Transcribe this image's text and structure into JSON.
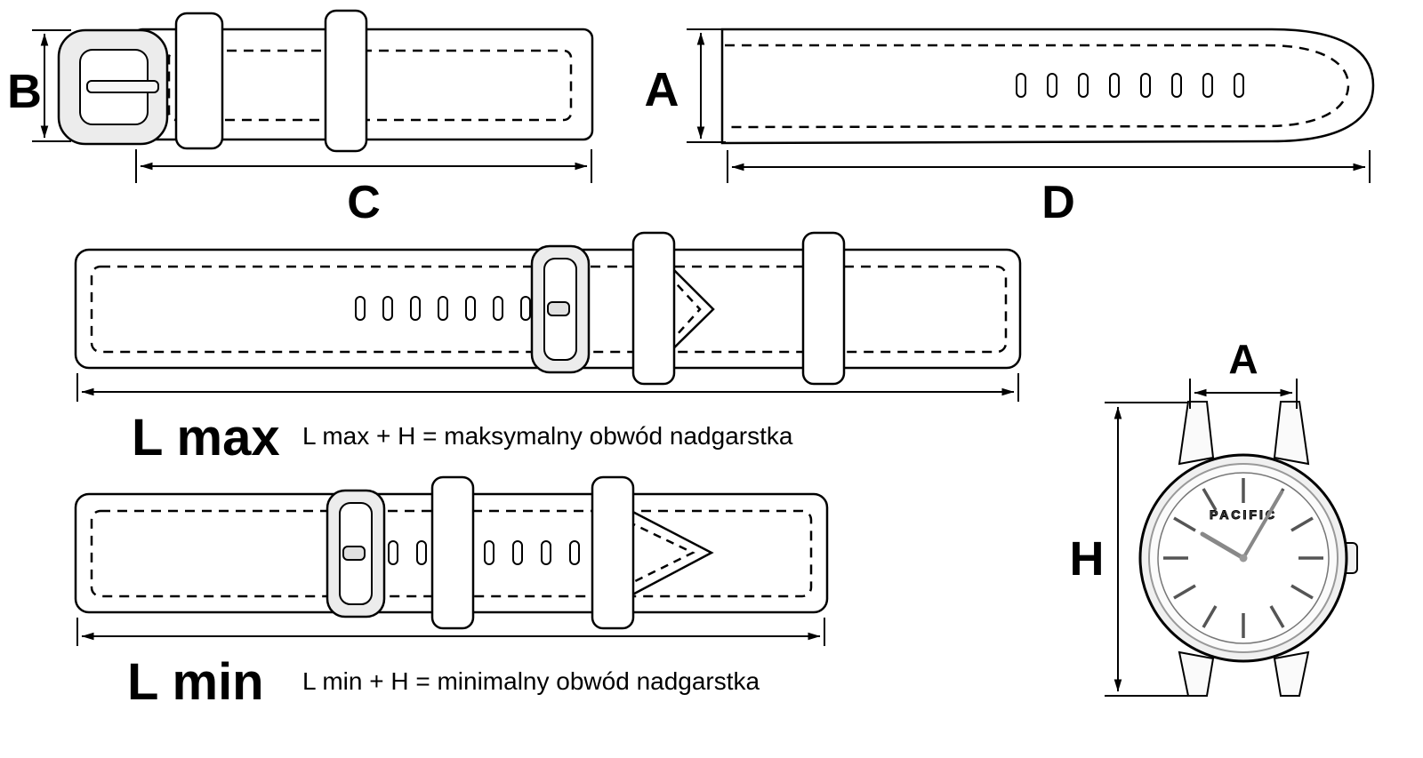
{
  "dims": {
    "b": "B",
    "c": "C",
    "a": "A",
    "d": "D"
  },
  "l_max": {
    "label": "L max",
    "formula": "L max + H  = maksymalny obwód nadgarstka"
  },
  "l_min": {
    "label": "L min",
    "formula": "L min + H  = minimalny obwód nadgarstka"
  },
  "watch": {
    "brand": "PACIFIC",
    "lug_width_label": "A",
    "height_label": "H"
  },
  "colors": {
    "line": "#000000",
    "background": "#ffffff",
    "metal": "#ececec",
    "hands": "#888888"
  }
}
